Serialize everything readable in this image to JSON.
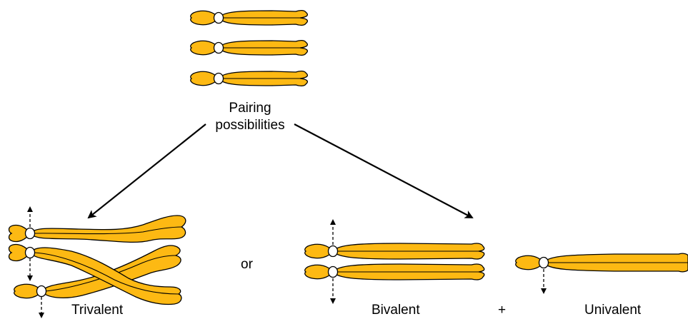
{
  "labels": {
    "pairing_line1": "Pairing",
    "pairing_line2": "possibilities",
    "or": "or",
    "plus": "+",
    "trivalent": "Trivalent",
    "bivalent": "Bivalent",
    "univalent": "Univalent"
  },
  "colors": {
    "chromosome_fill": "#FDB913",
    "outline": "#000000",
    "centromere_fill": "#ffffff"
  }
}
